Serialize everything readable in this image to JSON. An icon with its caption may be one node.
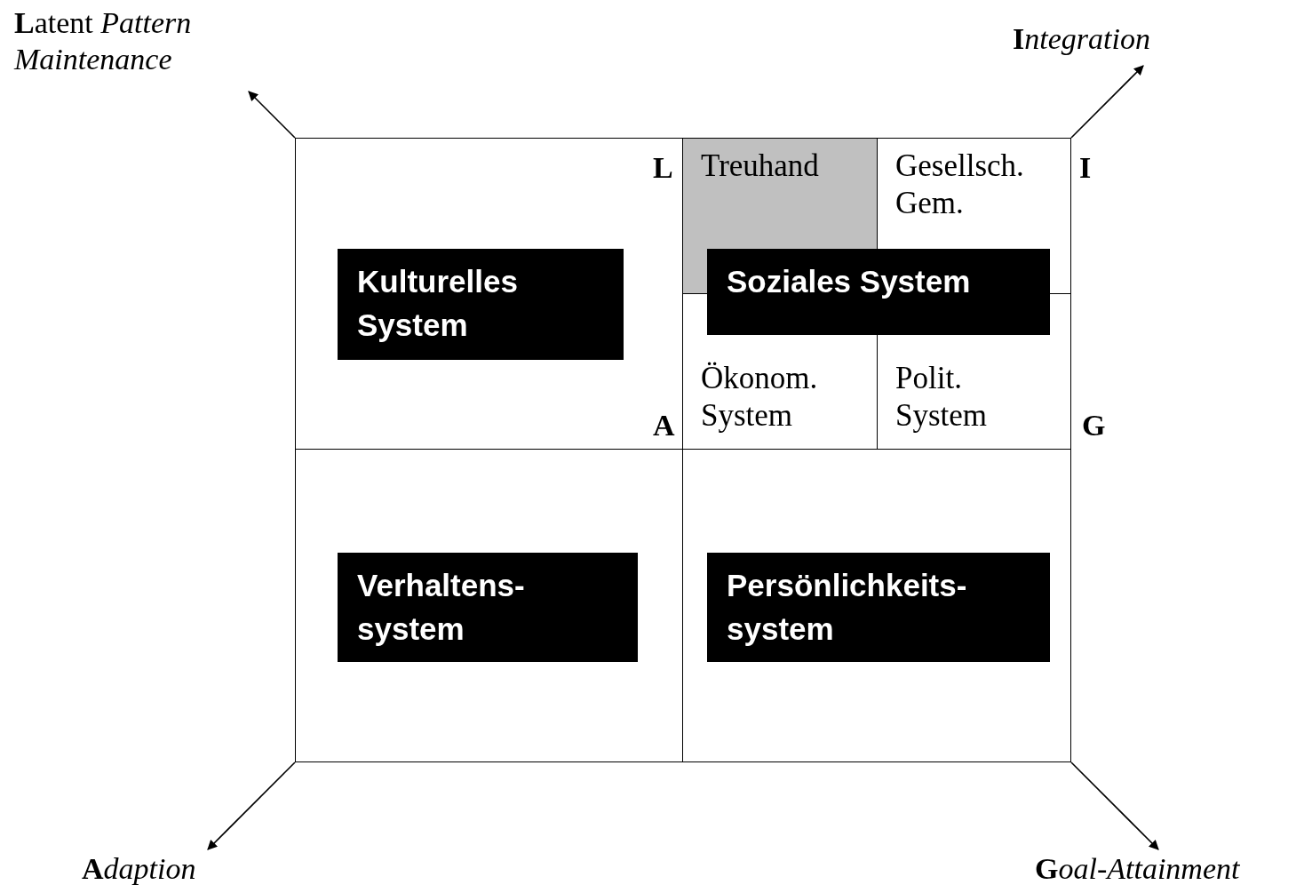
{
  "diagram": {
    "nodes": [
      {
        "text": [
          "**L**atent *Pattern Maintenance*"
        ]
      },
      {
        "text": [
          "**I**ntegration"
        ]
      },
      {
        "text": [
          "**A**daption"
        ]
      },
      {
        "text": [
          "**G**oal-Attainment"
        ]
      },
      {
        "text": [],
        "shape": "box"
      },
      {
        "text": [],
        "shape": "box",
        "in": 4
      },
      {
        "text": [
          "Kulturelles System"
        ],
        "in": 5
      },
      {
        "text": [],
        "shape": "box",
        "in": 4
      },
      {
        "text": [
          "Treuhand"
        ],
        "in": 7
      },
      {
        "text": [
          "Gesellsch. Gem."
        ],
        "in": 7
      },
      {
        "text": [
          "Soziales System"
        ],
        "in": 7
      },
      {
        "text": [
          "Ökonom. System"
        ],
        "in": 7
      },
      {
        "text": [
          "Polit. System"
        ],
        "in": 7
      },
      {
        "text": [],
        "shape": "box",
        "in": 4
      },
      {
        "text": [
          "Verhaltens- system"
        ],
        "in": 13
      },
      {
        "text": [],
        "shape": "box",
        "in": 4
      },
      {
        "text": [
          "Persönlichkeits- system"
        ],
        "in": 15
      }
    ],
    "edges": [
      {
        "from": 4,
        "to": 0,
        "arrow": "to"
      },
      {
        "from": 4,
        "to": 1,
        "arrow": "to"
      },
      {
        "from": 4,
        "to": 2,
        "arrow": "to"
      },
      {
        "from": 4,
        "to": 3,
        "arrow": "to"
      }
    ],
    "labels": [
      "L",
      "I",
      "A",
      "G"
    ]
  }
}
